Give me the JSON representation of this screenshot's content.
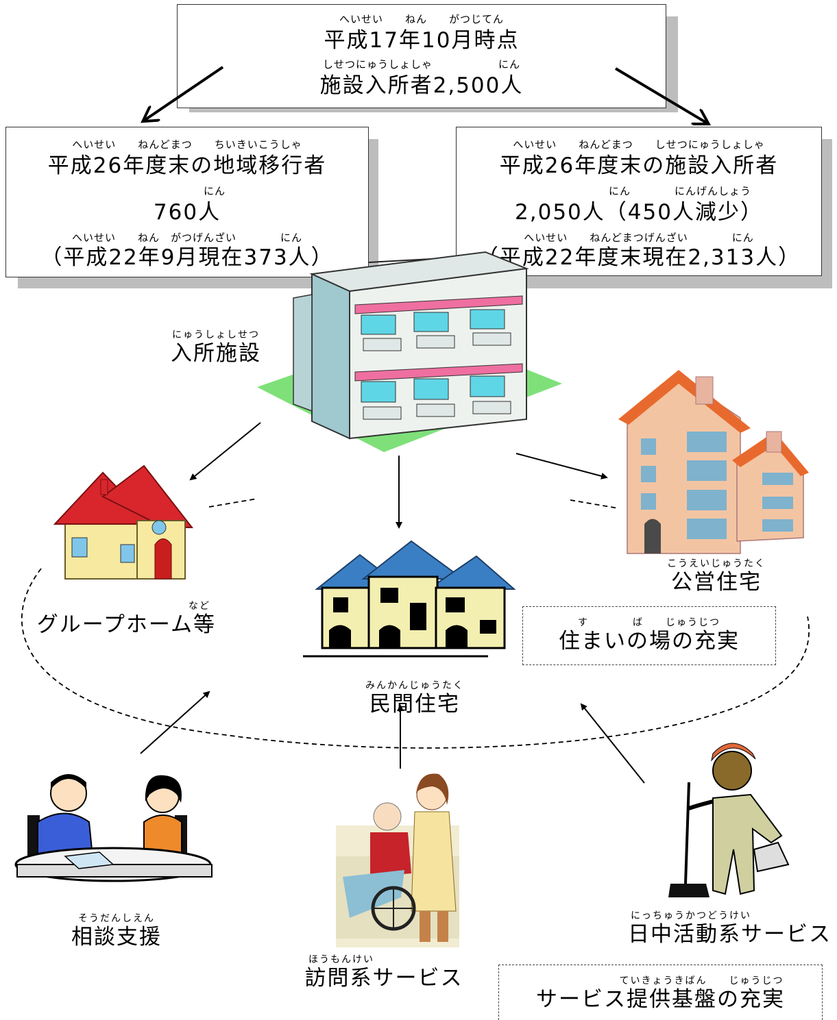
{
  "top_box": {
    "line1_furigana": "へいせい　　ねん　　がつじてん",
    "line1": "平成17年10月時点",
    "line2_furigana": "しせつにゅうしょしゃ　　　　　　にん",
    "line2": "施設入所者2,500人"
  },
  "left_box": {
    "line1_furigana": "へいせい　　ねんどまつ　　ちいきいこうしゃ",
    "line1": "平成26年度末の地域移行者",
    "line2_furigana": "にん",
    "line2": "760人",
    "line3_furigana": "へいせい　　ねん　がつげんざい　　　　にん",
    "line3": "（平成22年9月現在373人）"
  },
  "right_box": {
    "line1_furigana": "へいせい　　ねんどまつ　　しせつにゅうしょしゃ",
    "line1": "平成26年度末の施設入所者",
    "line2_furigana": "にん　　　　にんげんしょう",
    "line2": "2,050人（450人減少）",
    "line3_furigana": "へいせい　　ねんどまつげんざい　　　　にん",
    "line3": "（平成22年度末現在2,313人）"
  },
  "labels": {
    "facility": {
      "furigana": "にゅうしょしせつ",
      "text": "入所施設"
    },
    "group_home": {
      "furigana": "など",
      "text": "グループホーム等"
    },
    "public_housing": {
      "furigana": "こうえいじゅうたく",
      "text": "公営住宅"
    },
    "private_housing": {
      "furigana": "みんかんじゅうたく",
      "text": "民間住宅"
    },
    "consultation": {
      "furigana": "そうだんしえん",
      "text": "相談支援"
    },
    "visiting": {
      "furigana": "ほうもんけい",
      "text": "訪問系サービス"
    },
    "daytime": {
      "furigana": "にっちゅうかつどうけい",
      "text": "日中活動系サービス"
    }
  },
  "dashed_boxes": {
    "housing": {
      "furigana": "す　　　　ば　　じゅうじつ",
      "text": "住まいの場の充実"
    },
    "service": {
      "furigana": "ていきょうきばん　　じゅうじつ",
      "text": "サービス提供基盤の充実"
    }
  },
  "colors": {
    "roof_red": "#d8262c",
    "roof_blue": "#3a7fc4",
    "roof_orange": "#e8692d",
    "house_wall": "#f3efb0",
    "lawn": "#7fe07a",
    "awning": "#ee6fa0",
    "window": "#5fd6e6"
  },
  "icons": [
    "facility-building-icon",
    "group-home-icon",
    "public-housing-icon",
    "private-housing-icon",
    "consultation-people-icon",
    "caregiver-wheelchair-icon",
    "cleaning-worker-icon"
  ]
}
